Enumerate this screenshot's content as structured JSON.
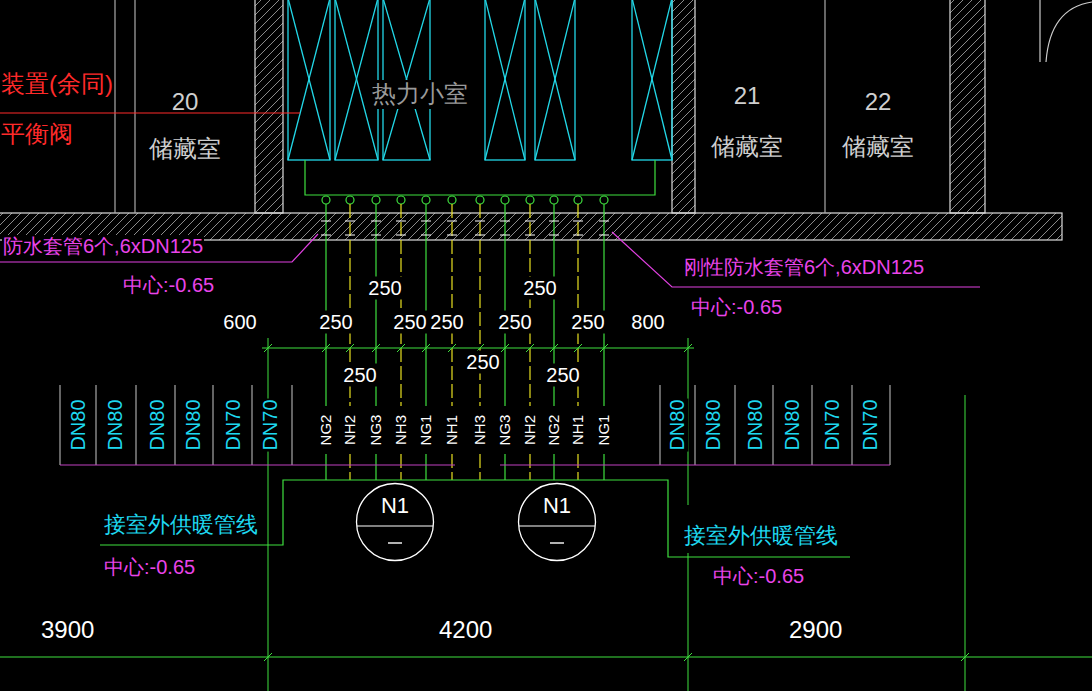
{
  "diagram": {
    "nodes": [
      {
        "text": [
          "20",
          "储藏室"
        ]
      },
      {
        "text": [
          "热力小室"
        ]
      },
      {
        "text": [
          "21",
          "储藏室"
        ]
      },
      {
        "text": [
          "22",
          "储藏室"
        ]
      },
      {
        "text": [
          "N1"
        ]
      },
      {
        "text": [
          "N1"
        ]
      }
    ],
    "labels": [
      "装置(余同)",
      "平衡阀",
      "防水套管6个,6xDN125",
      "中心:-0.65",
      "刚性防水套管6个,6xDN125",
      "中心:-0.65",
      "250",
      "250",
      "600",
      "250",
      "250",
      "250",
      "250",
      "250",
      "800",
      "250",
      "250",
      "250",
      "DN80",
      "DN80",
      "DN80",
      "DN80",
      "DN70",
      "DN70",
      "NG2",
      "NH2",
      "NG3",
      "NH3",
      "NG1",
      "NH1",
      "NH3",
      "NG3",
      "NH2",
      "NG2",
      "NH1",
      "NG1",
      "DN80",
      "DN80",
      "DN80",
      "DN80",
      "DN70",
      "DN70",
      "接室外供暖管线",
      "中心:-0.65",
      "接室外供暖管线",
      "中心:-0.65",
      "3900",
      "4200",
      "2900"
    ]
  }
}
